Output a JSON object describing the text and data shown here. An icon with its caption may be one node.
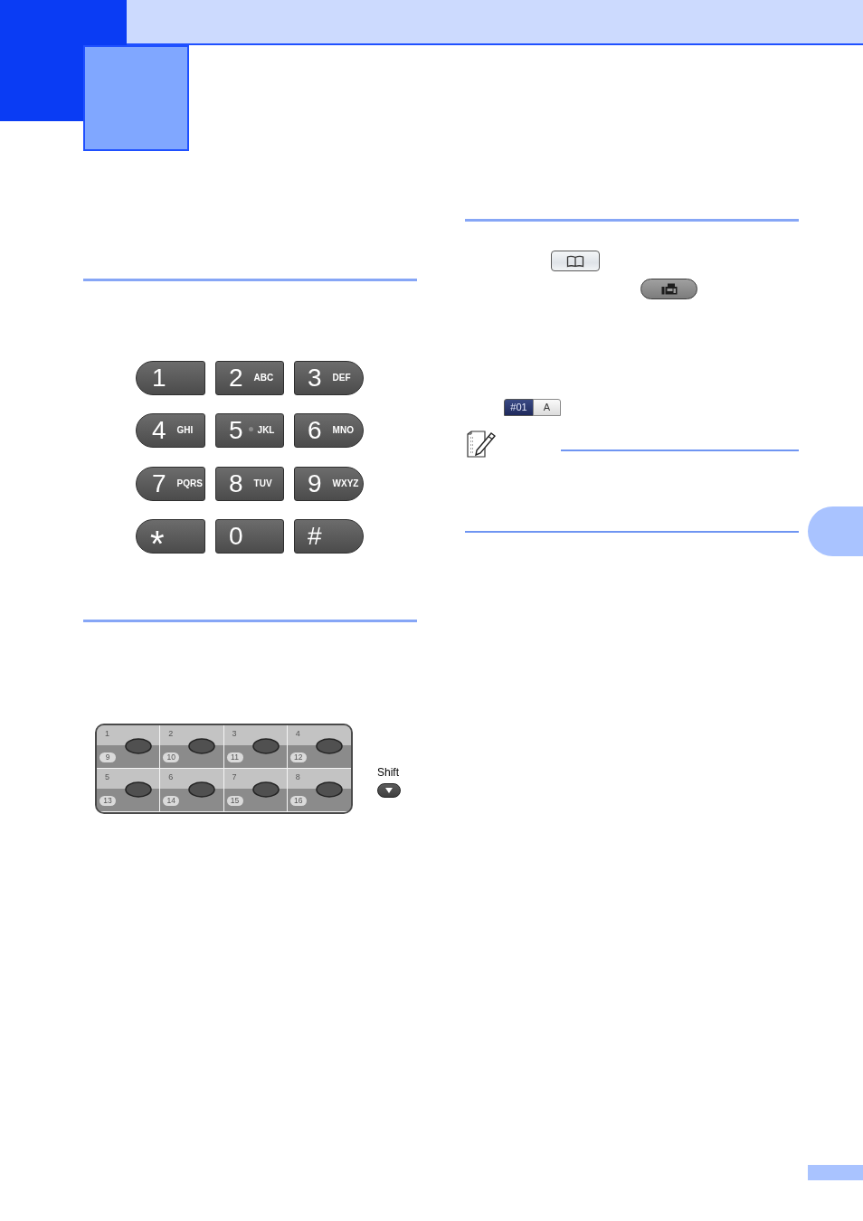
{
  "diagram": {
    "nodes": [
      {
        "text": [
          "1"
        ]
      },
      {
        "text": [
          "2",
          "ABC"
        ]
      },
      {
        "text": [
          "3",
          "DEF"
        ]
      },
      {
        "text": [
          "4",
          "GHI"
        ]
      },
      {
        "text": [
          "5",
          "JKL"
        ]
      },
      {
        "text": [
          "6",
          "MNO"
        ]
      },
      {
        "text": [
          "7",
          "PQRS"
        ]
      },
      {
        "text": [
          "8",
          "TUV"
        ]
      },
      {
        "text": [
          "9",
          "WXYZ"
        ]
      },
      {
        "text": [
          "*"
        ]
      },
      {
        "text": [
          "0"
        ]
      },
      {
        "text": [
          "#"
        ]
      },
      {
        "text": [],
        "shape": "box"
      },
      {
        "text": [
          "1",
          "9"
        ],
        "in": 12
      },
      {
        "text": [
          "2",
          "10"
        ],
        "in": 12
      },
      {
        "text": [
          "3",
          "11"
        ],
        "in": 12
      },
      {
        "text": [
          "4",
          "12"
        ],
        "in": 12
      },
      {
        "text": [
          "5",
          "13"
        ],
        "in": 12
      },
      {
        "text": [
          "6",
          "14"
        ],
        "in": 12
      },
      {
        "text": [
          "7",
          "15"
        ],
        "in": 12
      },
      {
        "text": [
          "8",
          "16"
        ],
        "in": 12
      },
      {
        "text": [
          "Shift"
        ]
      },
      {
        "text": [
          "#01"
        ]
      },
      {
        "text": [
          "A"
        ]
      }
    ]
  }
}
